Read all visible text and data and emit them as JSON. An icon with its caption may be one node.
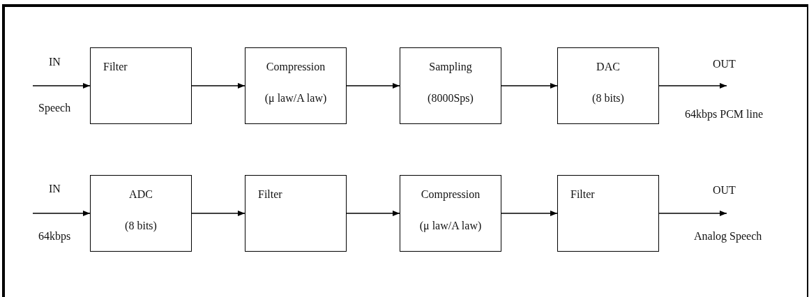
{
  "diagram": {
    "nodes": [
      {
        "text": [
          "Filter"
        ]
      },
      {
        "text": [
          "Compression",
          "(μ law/A law)"
        ]
      },
      {
        "text": [
          "Sampling",
          "(8000Sps)"
        ]
      },
      {
        "text": [
          "DAC",
          "(8 bits)"
        ]
      },
      {
        "text": [
          "ADC",
          "(8 bits)"
        ]
      },
      {
        "text": [
          "Filter"
        ]
      },
      {
        "text": [
          "Compression",
          "(μ law/A law)"
        ]
      },
      {
        "text": [
          "Filter"
        ]
      }
    ],
    "edges": [
      {
        "from": null,
        "to": 0,
        "arrow": "to"
      },
      {
        "from": 0,
        "to": 1,
        "arrow": "to"
      },
      {
        "from": 1,
        "to": 2,
        "arrow": "to"
      },
      {
        "from": 2,
        "to": 3,
        "arrow": "to"
      },
      {
        "from": 3,
        "to": null,
        "arrow": "to"
      },
      {
        "from": null,
        "to": 4,
        "arrow": "to"
      },
      {
        "from": 4,
        "to": 5,
        "arrow": "to"
      },
      {
        "from": 5,
        "to": 6,
        "arrow": "to"
      },
      {
        "from": 6,
        "to": 7,
        "arrow": "to"
      },
      {
        "from": 7,
        "to": null,
        "arrow": "to"
      }
    ],
    "labels": [
      "IN",
      "Speech",
      "OUT",
      "64kbps PCM line",
      "IN",
      "64kbps",
      "OUT",
      "Analog Speech"
    ]
  }
}
